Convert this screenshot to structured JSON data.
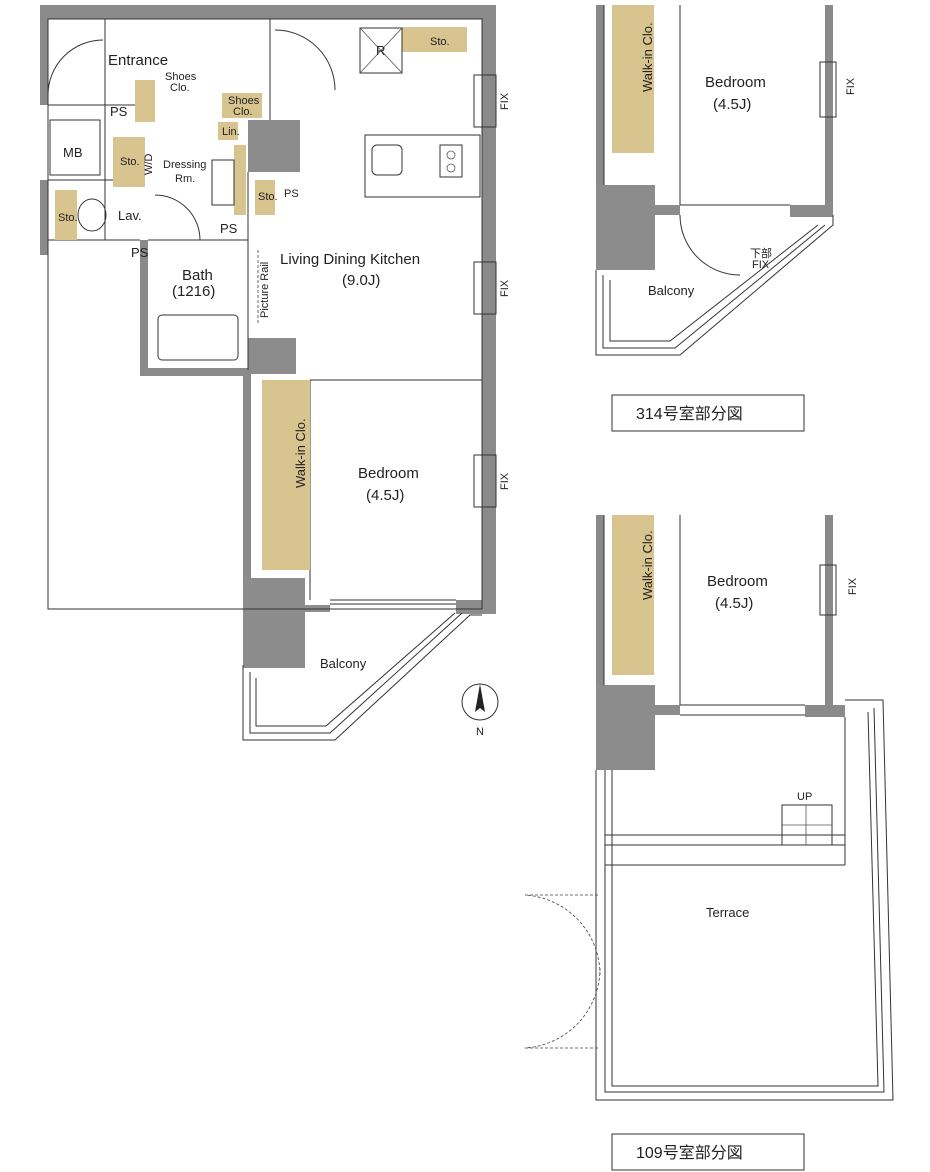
{
  "main_plan": {
    "rooms": {
      "entrance": "Entrance",
      "shoes_clo_1_line1": "Shoes",
      "shoes_clo_1_line2": "Clo.",
      "shoes_clo_2_line1": "Shoes",
      "shoes_clo_2_line2": "Clo.",
      "ps_1": "PS",
      "ps_2": "PS",
      "ps_3": "PS",
      "ps_4": "PS",
      "mb": "MB",
      "sto_1": "Sto.",
      "sto_2": "Sto.",
      "sto_3": "Sto.",
      "sto_4": "Sto.",
      "lin": "Lin.",
      "wd": "W/D",
      "dressing_line1": "Dressing",
      "dressing_line2": "Rm.",
      "lav": "Lav.",
      "bath": "Bath",
      "bath_size": "(1216)",
      "ldk": "Living Dining Kitchen",
      "ldk_size": "(9.0J)",
      "picture_rail": "Picture Rail",
      "refrigerator": "R",
      "walk_in_clo": "Walk-in Clo.",
      "bedroom": "Bedroom",
      "bedroom_size": "(4.5J)",
      "balcony": "Balcony",
      "fix_1": "FIX",
      "fix_2": "FIX",
      "fix_3": "FIX",
      "north": "N"
    }
  },
  "plan_314": {
    "walk_in_clo": "Walk-in Clo.",
    "bedroom": "Bedroom",
    "bedroom_size": "(4.5J)",
    "fix": "FIX",
    "lower_fix_line1": "下部",
    "lower_fix_line2": "FIX",
    "balcony": "Balcony",
    "caption": "314号室部分図"
  },
  "plan_109": {
    "walk_in_clo": "Walk-in Clo.",
    "bedroom": "Bedroom",
    "bedroom_size": "(4.5J)",
    "fix": "FIX",
    "up": "UP",
    "terrace": "Terrace",
    "caption": "109号室部分図"
  },
  "colors": {
    "wall": "#8a8a8a",
    "storage": "#d8c48f",
    "line": "#333333"
  }
}
